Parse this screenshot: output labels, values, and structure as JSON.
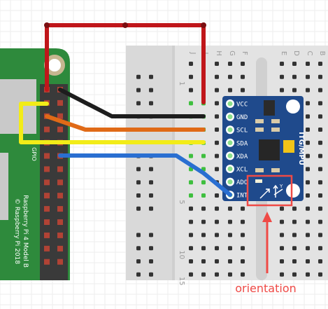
{
  "board": {
    "model_lines": [
      "Raspberry Pi 4 Model B",
      "© Raspberry Pi 2018"
    ],
    "gpio_label": "GPIO",
    "pcb_color": "#2e8a3c",
    "pin_color": "#b14335"
  },
  "breadboard": {
    "column_letters": [
      "J",
      "I",
      "H",
      "G",
      "F",
      "E",
      "D",
      "C",
      "B"
    ],
    "row_numbers": [
      "1",
      "5",
      "10",
      "15"
    ]
  },
  "sensor": {
    "chip_label": "ITG/MPU",
    "pcb_color": "#1f4a8c",
    "pins": [
      "VCC",
      "GND",
      "SCL",
      "SDA",
      "XDA",
      "XCL",
      "ADO",
      "INT"
    ],
    "axis_labels": [
      "X",
      "Y"
    ]
  },
  "wires": {
    "vcc": "#c0161a",
    "gnd": "#1d1d1d",
    "scl": "#e06a17",
    "sda": "#f2ec18",
    "int": "#2a6fd1"
  },
  "annotation": {
    "label": "orientation",
    "color": "#ef4a46"
  }
}
